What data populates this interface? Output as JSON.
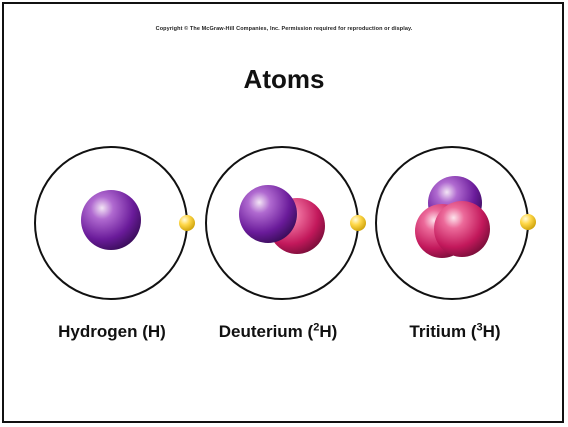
{
  "header": {
    "copyright": "Copyright © The McGraw-Hill Companies, Inc. Permission required for reproduction or display.",
    "title": "Atoms"
  },
  "atoms": [
    {
      "name": "Hydrogen",
      "symbol": "H",
      "mass_number": "",
      "protons": 1,
      "neutrons": 0,
      "electrons": 1
    },
    {
      "name": "Deuterium",
      "symbol": "H",
      "mass_number": "2",
      "protons": 1,
      "neutrons": 1,
      "electrons": 1
    },
    {
      "name": "Tritium",
      "symbol": "H",
      "mass_number": "3",
      "protons": 1,
      "neutrons": 2,
      "electrons": 1
    }
  ],
  "colors": {
    "proton": "#6a1b9a",
    "neutron": "#c2185b",
    "electron": "#f2c200",
    "orbit": "#111111"
  }
}
